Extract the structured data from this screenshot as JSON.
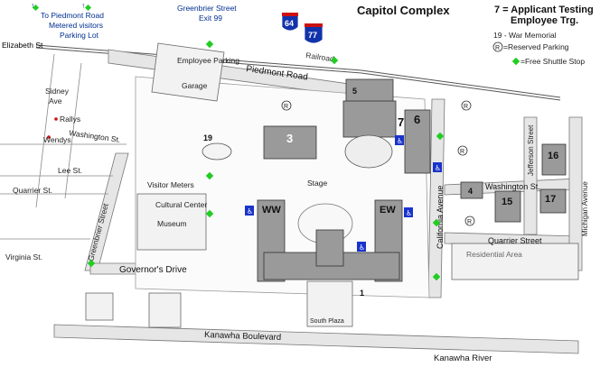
{
  "title": "Capitol Complex",
  "legend": {
    "testing_line1": "7 = Applicant Testing",
    "testing_line2": "Employee Trg.",
    "war_memorial": "19 - War Memorial",
    "reserved_symbol": "R",
    "reserved_parking": "=Reserved Parking",
    "shuttle_stop": "=Free Shuttle Stop"
  },
  "top_left_notes": {
    "line1": "To Piedmont Road",
    "line2": "Metered visitors",
    "line3": "Parking Lot",
    "arrow_up": "↑"
  },
  "greenbrier_top": {
    "line1": "Greenbrier Street",
    "line2": "Exit 99"
  },
  "interstates": {
    "i64": "64",
    "i77": "77"
  },
  "streets": {
    "elizabeth": "Elizabeth St",
    "sidney": "Sidney",
    "sidney2": "Ave",
    "rallys": "Rallys",
    "wendys": "Wendys",
    "washington_west": "Washington St.",
    "lee": "Lee St.",
    "quarrier_west": "Quarrier St.",
    "greenbrier_vertical": "Greenbrier Street",
    "virginia": "Virginia St.",
    "railroad": "Railroad",
    "piedmont": "Piedmont Road",
    "governors": "Governor's Drive",
    "california": "California Avenue",
    "jefferson": "Jefferson Street",
    "michigan": "Michigan Avenue",
    "washington_east": "Washington St.",
    "quarrier_east": "Quarrier Street",
    "kanawha_blvd": "Kanawha Boulevard",
    "kanawha_river": "Kanawha River"
  },
  "places": {
    "employee_parking": "Employee Parking",
    "garage": "Garage",
    "visitor_meters": "Visitor Meters",
    "cultural_center": "Cultural Center",
    "museum": "Museum",
    "stage": "Stage",
    "residential": "Residential Area",
    "south_plaza": "South Plaza"
  },
  "building_numbers": {
    "b1": "1",
    "b3": "3",
    "b4": "4",
    "b5": "5",
    "b6": "6",
    "b7": "7",
    "b15": "15",
    "b16": "16",
    "b17": "17",
    "b19": "19",
    "ww": "WW",
    "ew": "EW"
  },
  "reserved_marker": "R",
  "colors": {
    "shuttle_stop": "#22cc22",
    "interstate_blue": "#1133aa",
    "interstate_red": "#cc1111",
    "handicap_blue": "#1a33cc",
    "heading_green": "#228822"
  },
  "icons": [
    "handicap-parking-icon",
    "shuttle-stop-icon",
    "reserved-parking-icon",
    "interstate-shield-icon",
    "restaurant-marker-icon"
  ]
}
